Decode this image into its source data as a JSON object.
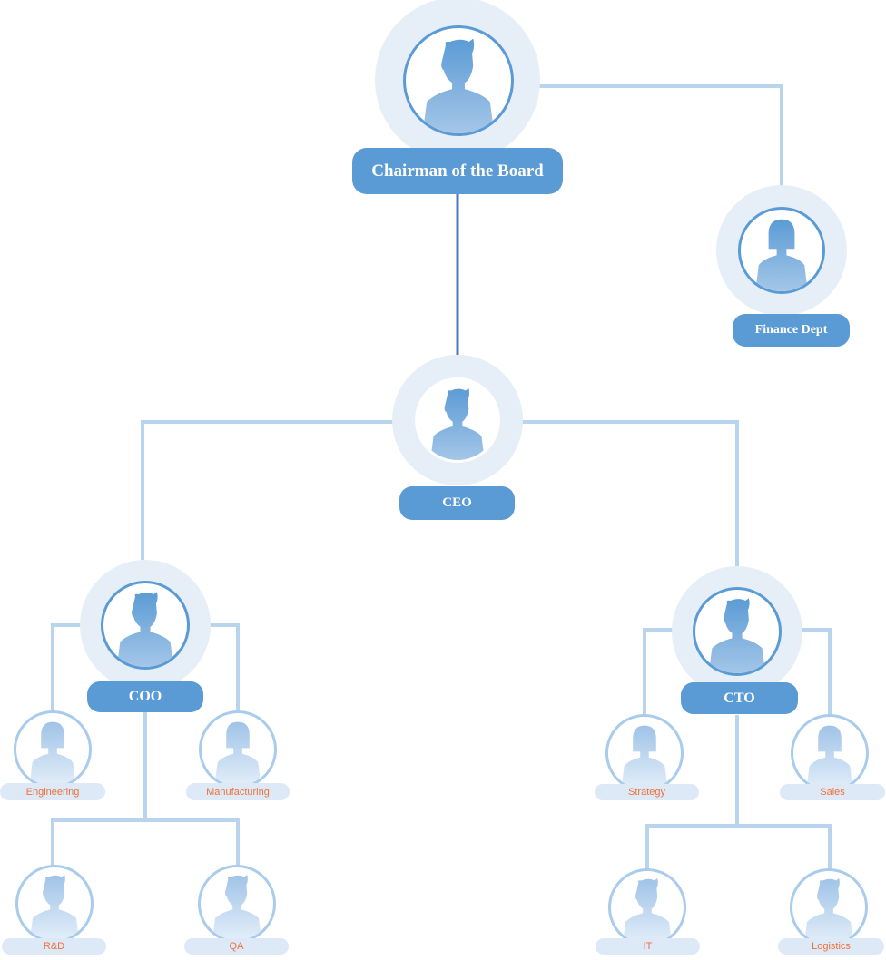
{
  "nodes": {
    "chairman": "Chairman of the Board",
    "finance": "Finance Dept",
    "ceo": "CEO",
    "coo": "COO",
    "cto": "CTO",
    "engineering": "Engineering",
    "manufacturing": "Manufacturing",
    "rnd": "R&D",
    "qa": "QA",
    "strategy": "Strategy",
    "sales": "Sales",
    "it": "IT",
    "logistics": "Logistics"
  },
  "colors": {
    "accent": "#5b9bd5",
    "halo": "#e6eef8",
    "connector": "#b9d5ee",
    "label_text": "#f0703a"
  }
}
